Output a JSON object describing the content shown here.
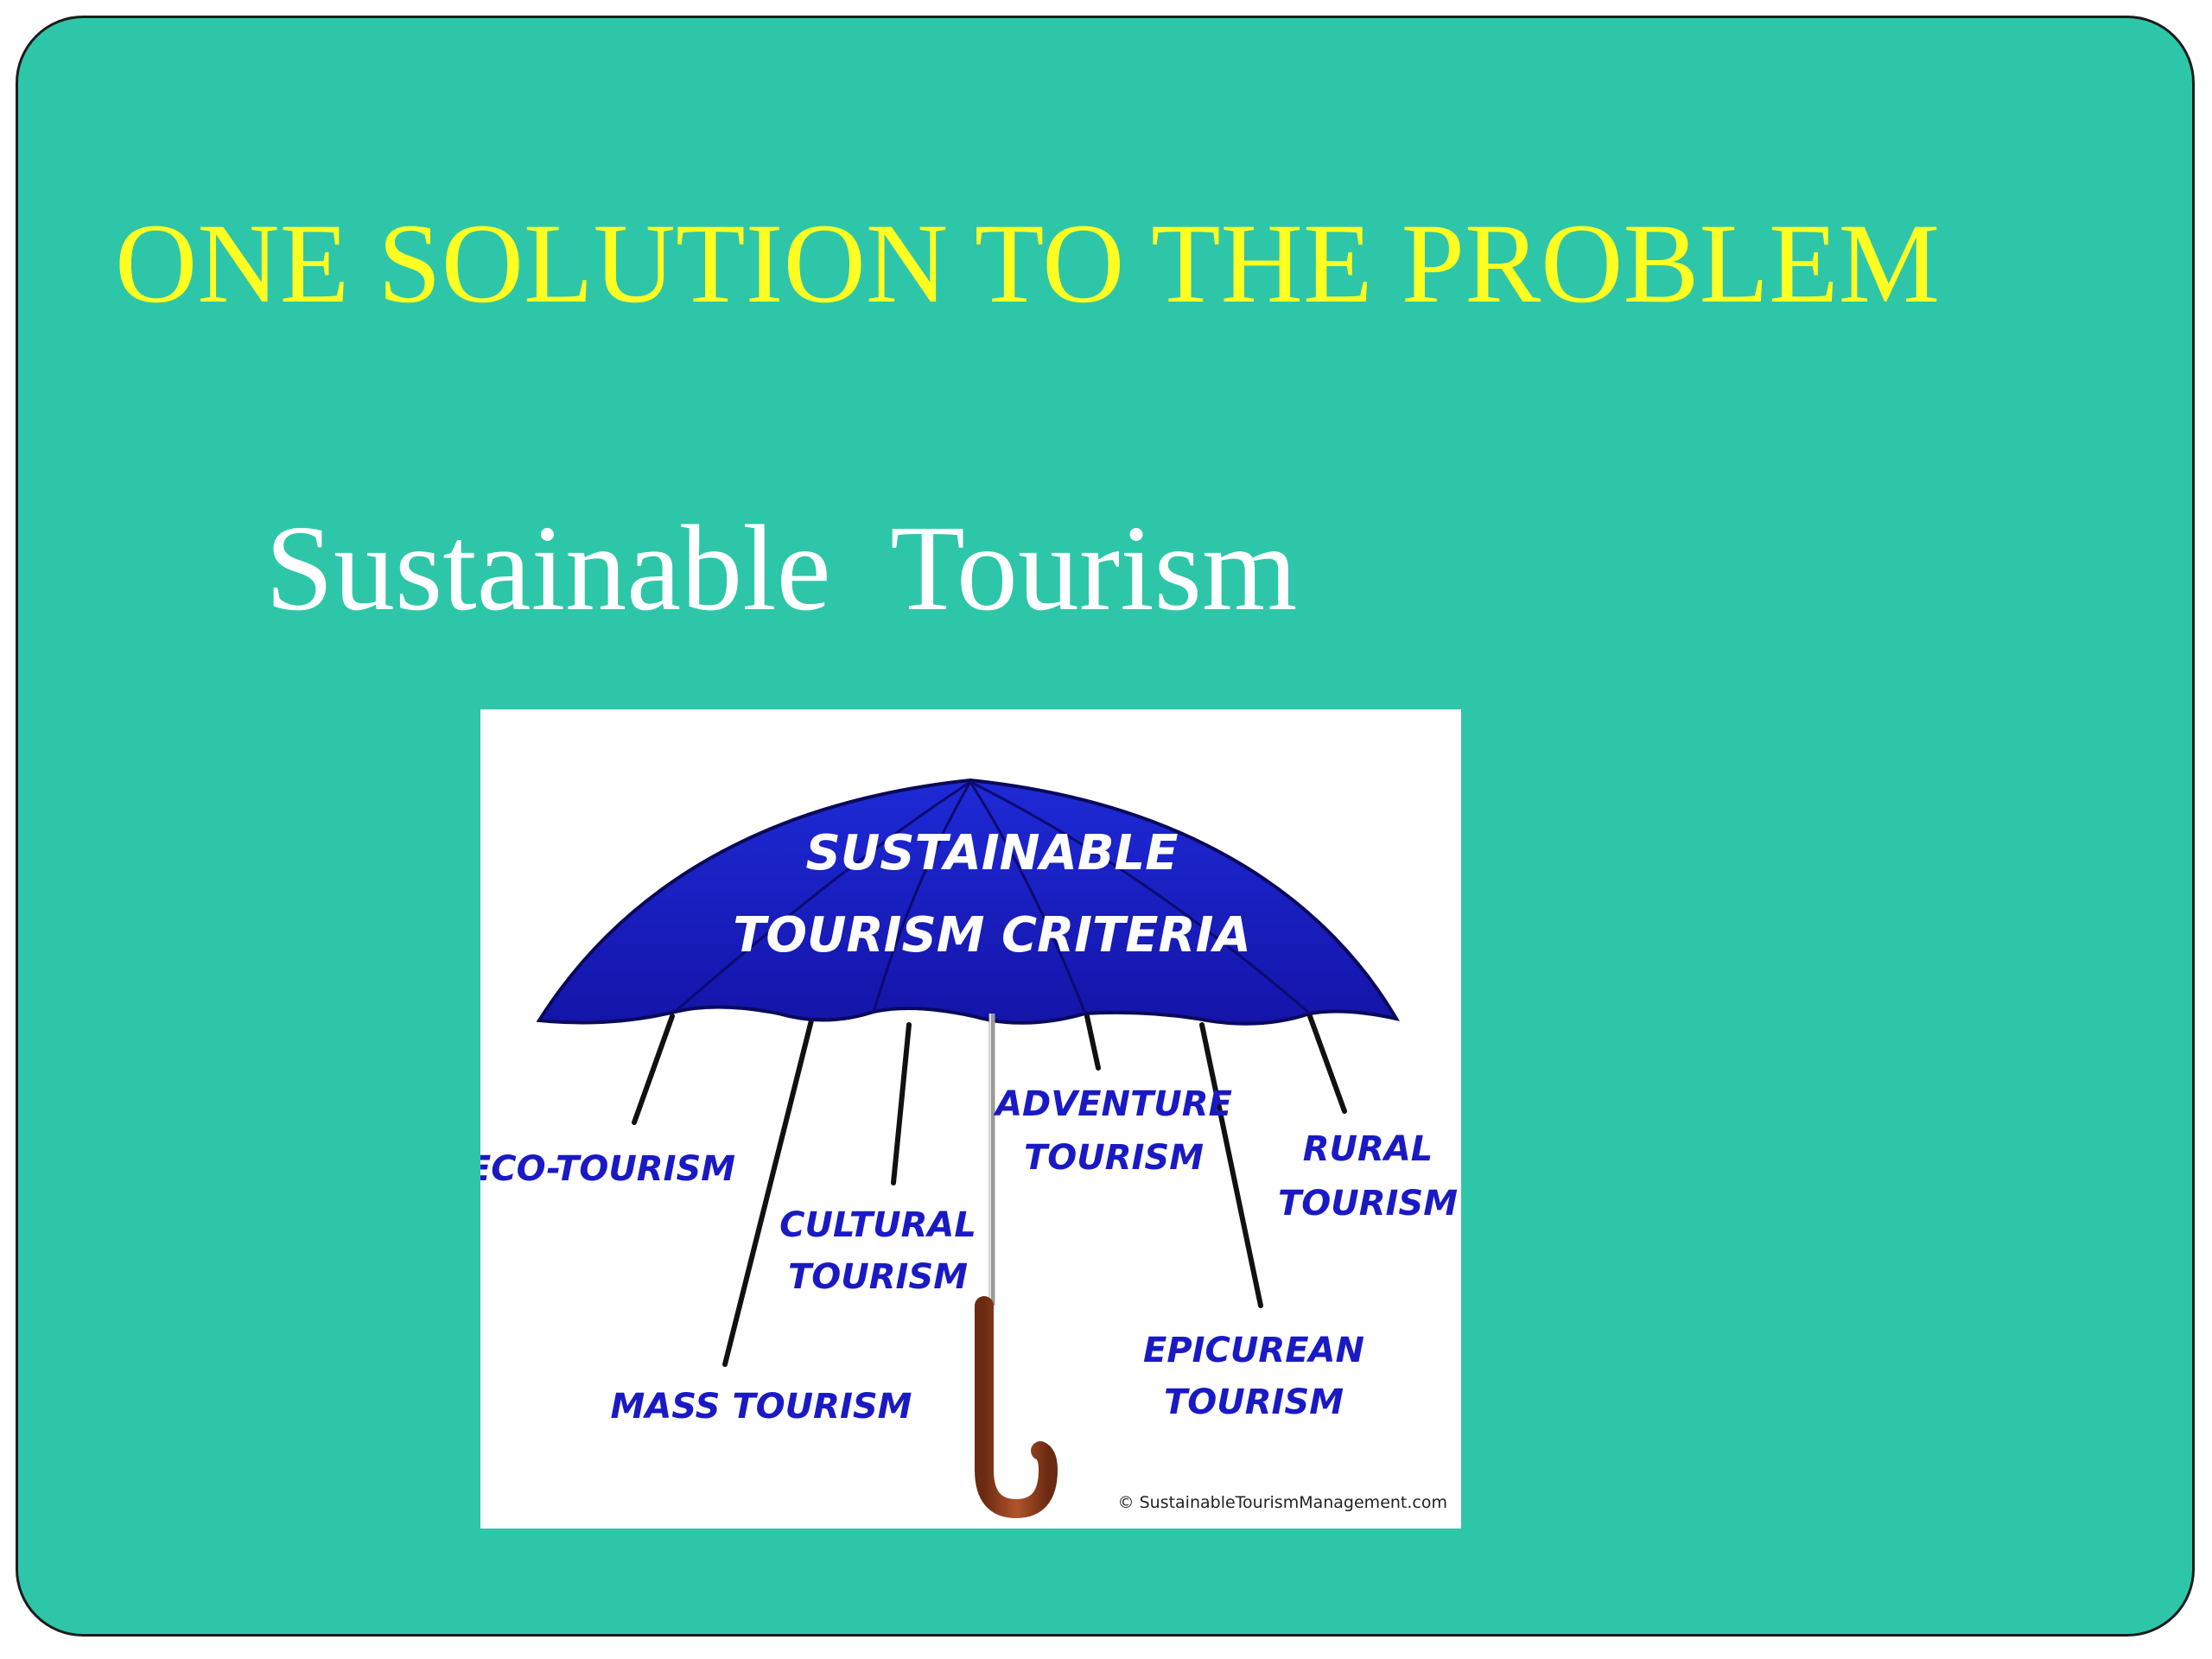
{
  "slide": {
    "title": "ONE SOLUTION TO THE PROBLEM",
    "subtitle": "Sustainable  Tourism"
  },
  "figure": {
    "canopy_text": [
      "SUSTAINABLE",
      "TOURISM CRITERIA"
    ],
    "types": [
      {
        "id": "eco",
        "lines": [
          "ECO-TOURISM"
        ]
      },
      {
        "id": "mass",
        "lines": [
          "MASS TOURISM"
        ]
      },
      {
        "id": "cultural",
        "lines": [
          "CULTURAL",
          "TOURISM"
        ]
      },
      {
        "id": "adventure",
        "lines": [
          "ADVENTURE",
          "TOURISM"
        ]
      },
      {
        "id": "epicurean",
        "lines": [
          "EPICUREAN",
          "TOURISM"
        ]
      },
      {
        "id": "rural",
        "lines": [
          "RURAL",
          "TOURISM"
        ]
      }
    ],
    "credit": "© SustainableTourismManagement.com"
  },
  "colors": {
    "slide_bg": "#2ec6a9",
    "title": "#ffff22",
    "subtitle": "#ffffff",
    "umbrella": "#1a1ac4",
    "label": "#1a1ac4",
    "handle": "#8b3a1e"
  },
  "icons": [
    "umbrella-icon"
  ]
}
